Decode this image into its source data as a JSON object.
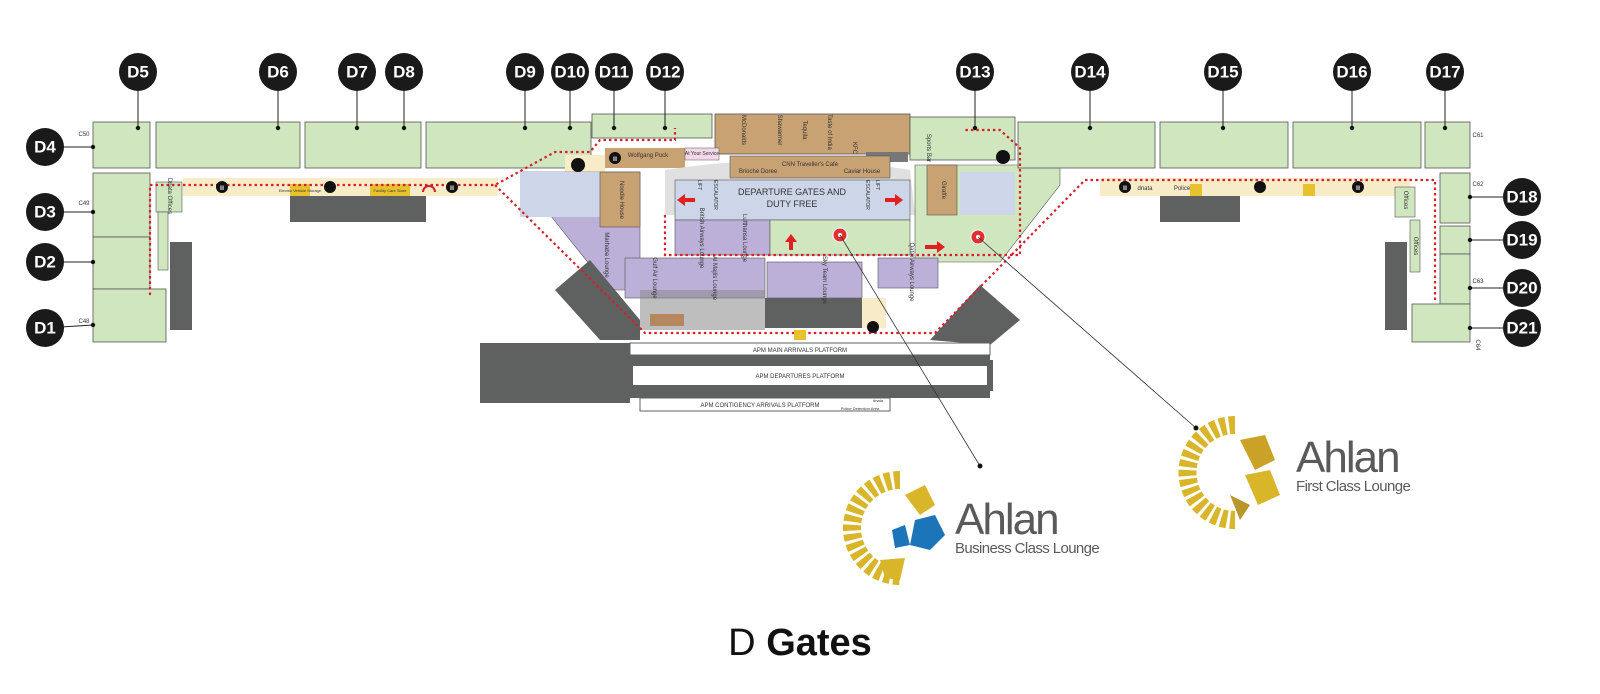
{
  "title": {
    "letter": "D",
    "word": "Gates"
  },
  "gates": [
    "D1",
    "D2",
    "D3",
    "D4",
    "D5",
    "D6",
    "D7",
    "D8",
    "D9",
    "D10",
    "D11",
    "D12",
    "D13",
    "D14",
    "D15",
    "D16",
    "D17",
    "D18",
    "D19",
    "D20",
    "D21"
  ],
  "stands": [
    "C50",
    "C49",
    "C48",
    "C61",
    "C62",
    "C63",
    "C64"
  ],
  "areas": {
    "departure_gates": "DEPARTURE GATES AND",
    "duty_free": "DUTY FREE",
    "wolfgang_puck": "Wolfgang Puck",
    "at_your_service": "At Your Service",
    "brioche_doree": "Brioche Doree",
    "cnn_cafe": "CNN Traveller's Cafe",
    "caviar_house": "Caviar House",
    "mcdonalds": "McDonalds",
    "shawarmer": "Shawarmer",
    "tequila": "Tequila",
    "taste_of_india": "Taste of India",
    "kfc": "KFC",
    "sports_bar": "Sports Bar",
    "giraffe": "Giraffe",
    "noodle_house": "Noodle House",
    "marhaba_lounge": "Marhaba Lounge",
    "british_airways_lounge": "British Airways Lounge",
    "lufthansa_lounge": "Lufthansa Lounge",
    "gulf_air_lounge": "Gulf Air Lounge",
    "al_majlis_lounge": "Al Majlis Lounge",
    "sky_team_lounge": "Sky Team Lounge",
    "qatar_airways_lounge": "Qatar Airways Lounge",
    "dnata_offices": "Dnata Offices",
    "offices": "Offices",
    "dnata": "dnata",
    "police": "Police",
    "electric_vehicle_storage": "Electric Vehicle Storage",
    "facility_care_store": "Facility Care Store",
    "lift": "LIFT",
    "escalator": "ESCALATOR",
    "apm_main_arrivals": "APM MAIN ARRIVALS PLATFORM",
    "apm_departures": "APM DEPARTURES PLATFORM",
    "apm_contingency": "APM CONTIGENCY ARRIVALS PLATFORM",
    "police_detention": "Police Detention Area"
  },
  "lounges": [
    {
      "name": "Ahlan",
      "subtitle": "Business Class Lounge"
    },
    {
      "name": "Ahlan",
      "subtitle": "First Class Lounge"
    }
  ],
  "colors": {
    "green": "#cfe6bf",
    "purple": "#bcb0d8",
    "blue": "#cdd5e8",
    "brown": "#c8a273",
    "beige": "#f7ebc8",
    "gray": "#5f6060",
    "route": "#d4202a",
    "gold": "#d9b52a",
    "blue_logo": "#1c74b9"
  }
}
